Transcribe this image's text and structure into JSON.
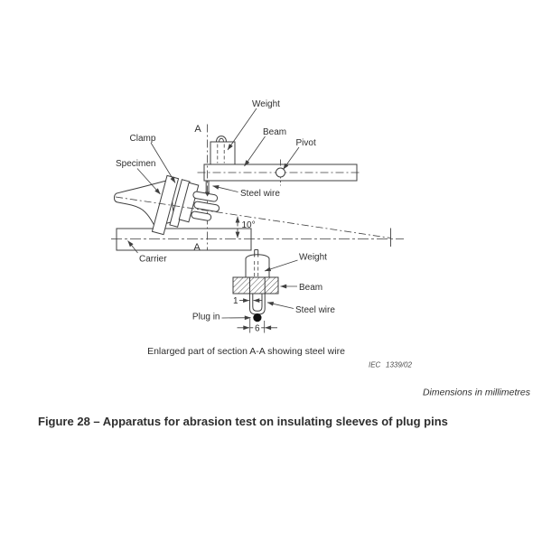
{
  "page": {
    "detail_caption": "Enlarged part of section A-A showing steel wire",
    "drawing_ref_org": "IEC",
    "drawing_ref_num": "1339/02",
    "units_note": "Dimensions in millimetres",
    "figure_caption": "Figure 28 – Apparatus for abrasion test on insulating sleeves of plug pins"
  },
  "apparatus": {
    "labels": {
      "weight": "Weight",
      "beam": "Beam",
      "pivot": "Pivot",
      "clamp": "Clamp",
      "specimen": "Specimen",
      "steel_wire": "Steel wire",
      "carrier": "Carrier",
      "angle": "10°",
      "section_a_top": "A",
      "section_a_bottom": "A"
    }
  },
  "detail": {
    "labels": {
      "weight": "Weight",
      "beam": "Beam",
      "steel_wire": "Steel wire",
      "plug_pin": "Plug in"
    },
    "dimensions": {
      "wire_diameter_mm": "1",
      "loop_width_mm": "6"
    }
  },
  "colors": {
    "line": "#3f3f3f",
    "text": "#2e2e2e",
    "pin_fill": "#101010",
    "background": "#ffffff"
  }
}
